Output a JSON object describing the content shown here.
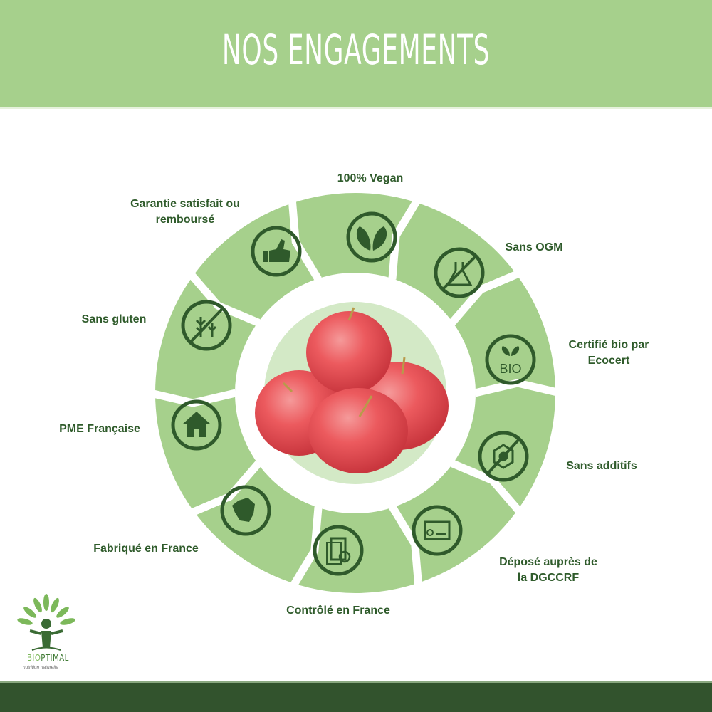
{
  "header": {
    "title": "NOS ENGAGEMENTS",
    "background": "#a6d08c"
  },
  "colors": {
    "segment": "#a6d08c",
    "icon": "#2f5a2b",
    "text": "#2f5b2b",
    "inner_disk": "#d3e9c6",
    "footer": "#32532d"
  },
  "center_image": {
    "subject": "acerola-cherries",
    "description": "Pile of red acerola cherries"
  },
  "engagements": [
    {
      "label": "100% Vegan",
      "icon": "leaves-icon"
    },
    {
      "label": "Sans OGM",
      "icon": "no-gmo-flask-icon"
    },
    {
      "label": "Certifié bio par Ecocert",
      "line1": "Certifié bio par",
      "line2": "Ecocert",
      "icon": "bio-icon",
      "icon_text": "BIO"
    },
    {
      "label": "Sans additifs",
      "icon": "no-additives-molecule-icon"
    },
    {
      "label": "Déposé auprès de la DGCCRF",
      "line1": "Déposé auprès de",
      "line2": "la DGCCRF",
      "icon": "certificate-icon"
    },
    {
      "label": "Contrôlé en France",
      "icon": "clipboard-check-icon"
    },
    {
      "label": "Fabriqué en France",
      "icon": "france-map-icon"
    },
    {
      "label": "PME Française",
      "icon": "house-icon"
    },
    {
      "label": "Sans gluten",
      "icon": "no-gluten-wheat-icon"
    },
    {
      "label": "Garantie satisfait ou remboursé",
      "line1": "Garantie satisfait ou",
      "line2": "remboursé",
      "icon": "thumbs-up-icon"
    }
  ],
  "logo": {
    "brand_prefix": "BIO",
    "brand_suffix": "PTIMAL",
    "tagline": "nutrition naturelle"
  }
}
